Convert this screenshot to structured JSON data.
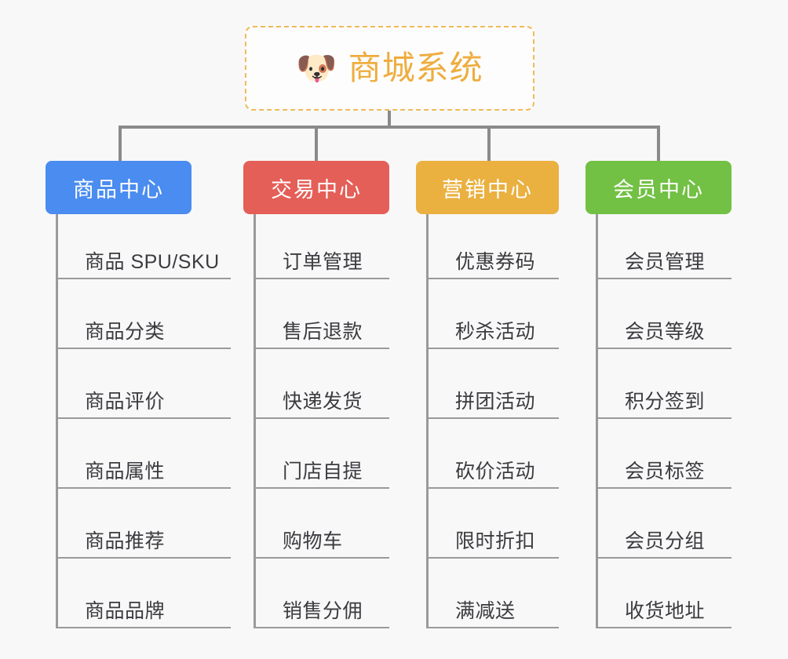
{
  "root": {
    "icon": "dog-face-emoji",
    "icon_glyph": "🐶",
    "title": "商城系统",
    "border_color": "#f0b95a",
    "text_color": "#eead3f"
  },
  "connector_color": "#8a8a8a",
  "background_color": "#f8f8f8",
  "columns": [
    {
      "name": "product-center",
      "header": "商品中心",
      "color": "#4a8cf0",
      "items": [
        "商品 SPU/SKU",
        "商品分类",
        "商品评价",
        "商品属性",
        "商品推荐",
        "商品品牌"
      ]
    },
    {
      "name": "trade-center",
      "header": "交易中心",
      "color": "#e45f58",
      "items": [
        "订单管理",
        "售后退款",
        "快递发货",
        "门店自提",
        "购物车",
        "销售分佣"
      ]
    },
    {
      "name": "marketing-center",
      "header": "营销中心",
      "color": "#eab040",
      "items": [
        "优惠券码",
        "秒杀活动",
        "拼团活动",
        "砍价活动",
        "限时折扣",
        "满减送"
      ]
    },
    {
      "name": "member-center",
      "header": "会员中心",
      "color": "#72c044",
      "items": [
        "会员管理",
        "会员等级",
        "积分签到",
        "会员标签",
        "会员分组",
        "收货地址"
      ]
    }
  ]
}
